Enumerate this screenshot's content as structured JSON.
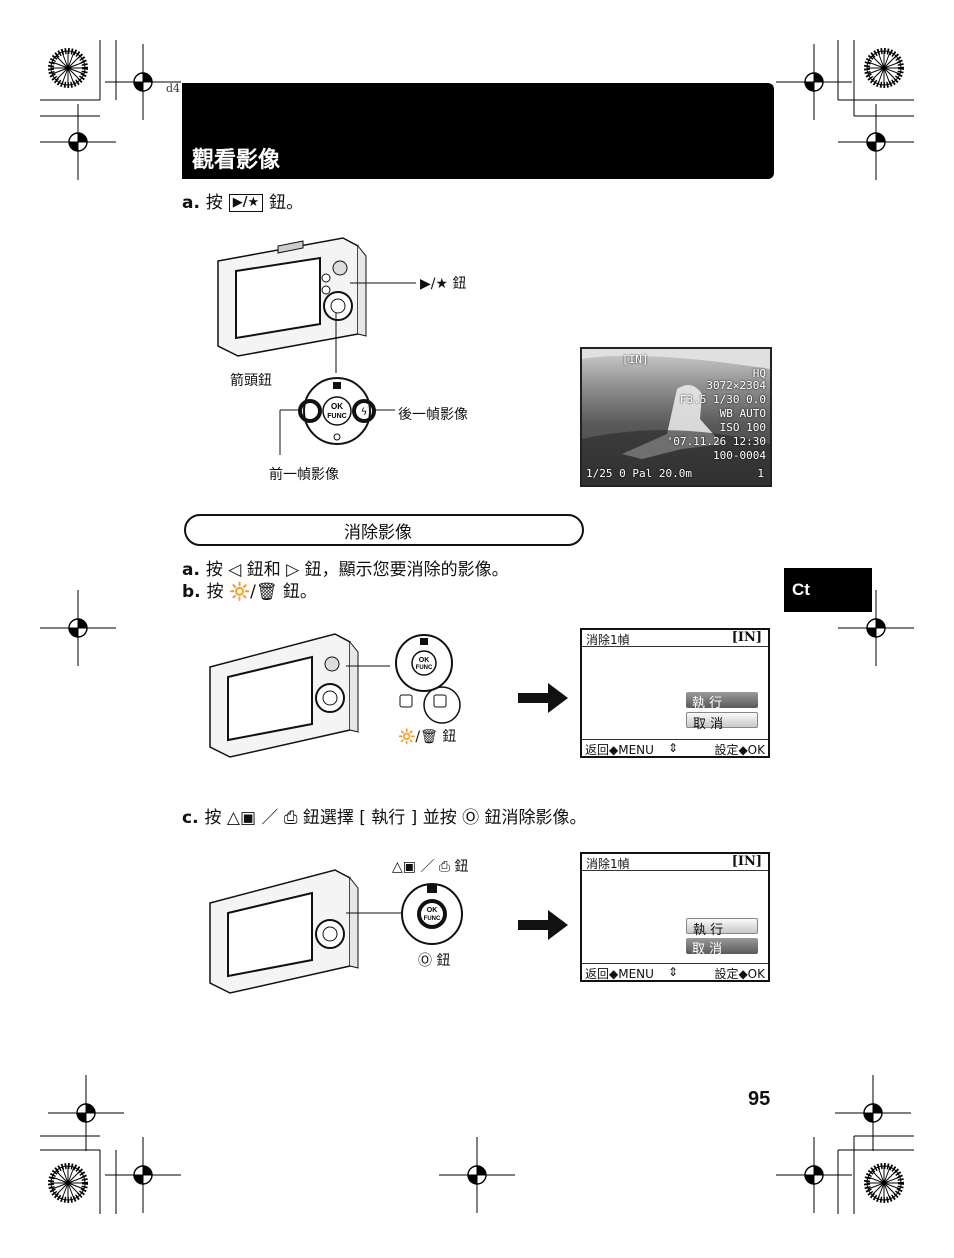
{
  "header": {
    "slug": "d4",
    "title": "觀看影像"
  },
  "section_view": {
    "step_a_prefix": "a.",
    "step_a_text": "按",
    "step_a_key": "▶/★",
    "step_a_suffix": "鈕。",
    "callout_play_button": "▶/★ 鈕",
    "callout_arrow_pad": "箭頭鈕",
    "callout_next": "後一幀影像",
    "callout_prev": "前一幀影像",
    "photo_overlay": {
      "memory": "[IN]",
      "quality": "HQ",
      "resolution": "3072×2304",
      "aperture_shutter": "F3.5  1/30  0.0",
      "wb": "WB AUTO",
      "iso": "ISO 100",
      "datetime": "'07.11.26  12:30",
      "file_no": "100-0004",
      "footer_left": "1/25  0 Pal  20.0m",
      "footer_right": "1"
    }
  },
  "section_erase": {
    "pill_title": "消除影像",
    "step_a_prefix": "a.",
    "step_a_text": "按 ◁ 鈕和 ▷ 鈕，顯示您要消除的影像。",
    "step_b_prefix": "b.",
    "step_b_text": "按 🔆/🗑 鈕。",
    "callout_erase_button": "🔆/🗑 鈕",
    "step_c_prefix": "c.",
    "step_c_text": "按 △▣ ／ ⎙ 鈕選擇 [ 執行 ] 並按 Ⓞ 鈕消除影像。",
    "callout_up_button": "△▣ ／ ⎙ 鈕",
    "callout_ok_button": "Ⓞ 鈕",
    "lcd1": {
      "title": "消除1幀",
      "memory": "[IN]",
      "option_yes": "執 行",
      "option_no": "取 消",
      "back": "返回◆MENU",
      "nav": "⇕",
      "set": "設定◆OK"
    },
    "lcd2": {
      "title": "消除1幀",
      "memory": "[IN]",
      "option_yes": "執 行",
      "option_no": "取 消",
      "back": "返回◆MENU",
      "nav": "⇕",
      "set": "設定◆OK"
    }
  },
  "side_tab": {
    "label": "Ct"
  },
  "page_number": "95",
  "colors": {
    "header_bg": "#000000",
    "tab_bg": "#000000",
    "text": "#111111"
  }
}
